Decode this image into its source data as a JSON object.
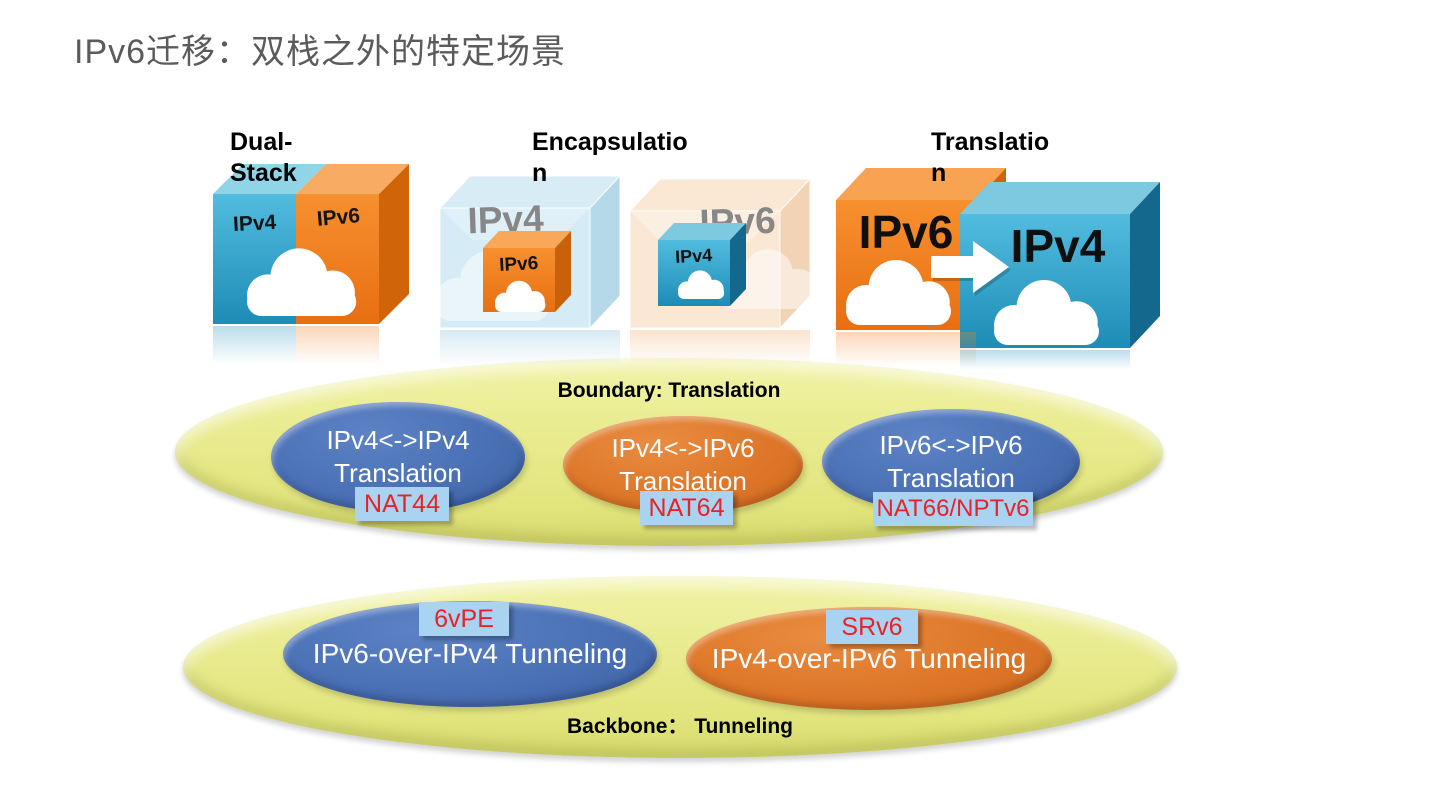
{
  "title": "IPv6迁移：双栈之外的特定场景",
  "colors": {
    "title_gray": "#5b5b5b",
    "oval_blue": "#4a70b5",
    "oval_orange": "#dd7628",
    "pool_yellow": "#e9eb8f",
    "badge_bg": "#a9d3f0",
    "badge_red": "#e62328",
    "cube_blue": "#2ba3cb",
    "cube_orange": "#f0801f"
  },
  "scenarios": {
    "dual_stack": {
      "label_line1": "Dual-",
      "label_line2": "Stack",
      "left_face": "IPv4",
      "right_face": "IPv6"
    },
    "encapsulation": {
      "label_line1": "Encapsulatio",
      "label_line2": "n",
      "outer1": "IPv4",
      "inner1": "IPv6",
      "outer2": "IPv6",
      "inner2": "IPv4"
    },
    "translation": {
      "label_line1": "Translatio",
      "label_line2": "n",
      "source": "IPv6",
      "target": "IPv4"
    }
  },
  "boundary": {
    "heading": "Boundary: Translation",
    "items": [
      {
        "line1": "IPv4<->IPv4",
        "line2": "Translation",
        "badge": "NAT44",
        "color": "blue"
      },
      {
        "line1": "IPv4<->IPv6",
        "line2": "Translation",
        "badge": "NAT64",
        "color": "orange"
      },
      {
        "line1": "IPv6<->IPv6",
        "line2": "Translation",
        "badge": "NAT66/NPTv6",
        "color": "blue"
      }
    ]
  },
  "backbone": {
    "heading": "Backbone： Tunneling",
    "items": [
      {
        "label": "IPv6-over-IPv4 Tunneling",
        "badge": "6vPE",
        "color": "blue"
      },
      {
        "label": "IPv4-over-IPv6 Tunneling",
        "badge": "SRv6",
        "color": "orange"
      }
    ]
  }
}
